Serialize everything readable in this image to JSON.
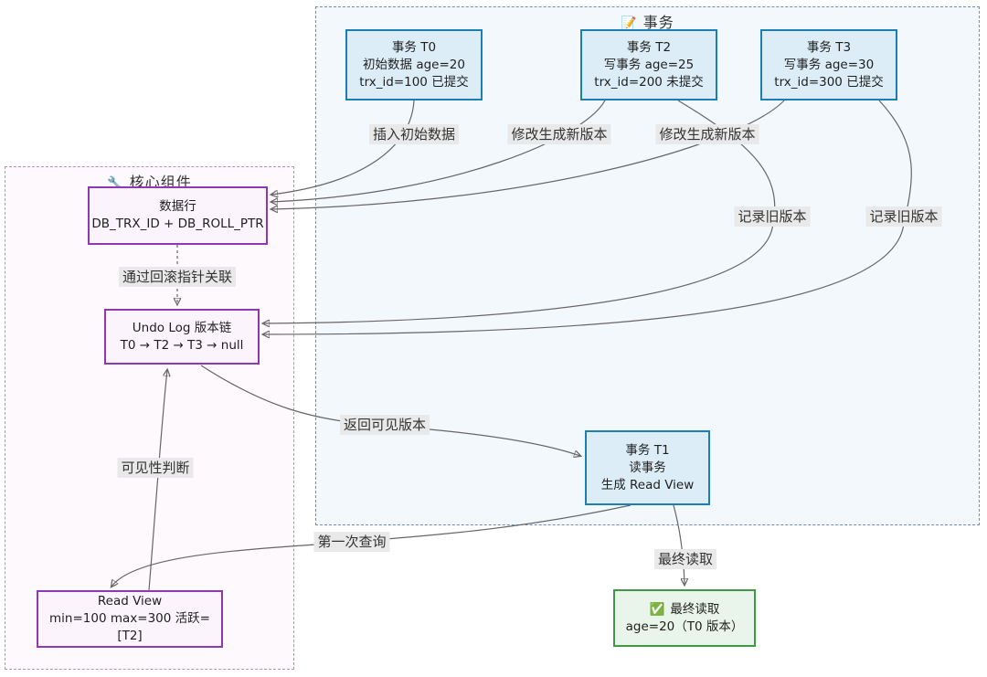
{
  "groups": {
    "transactions": {
      "icon": "📝",
      "title": "事务"
    },
    "core": {
      "icon": "🔧",
      "title": "核心组件"
    }
  },
  "nodes": {
    "t0": {
      "line1": "事务 T0",
      "line2": "初始数据 age=20",
      "line3": "trx_id=100 已提交"
    },
    "t2": {
      "line1": "事务 T2",
      "line2": "写事务 age=25",
      "line3": "trx_id=200 未提交"
    },
    "t3": {
      "line1": "事务 T3",
      "line2": "写事务 age=30",
      "line3": "trx_id=300 已提交"
    },
    "t1": {
      "line1": "事务 T1",
      "line2": "读事务",
      "line3": "生成 Read View"
    },
    "data_row": {
      "line1": "数据行",
      "line2": "DB_TRX_ID + DB_ROLL_PTR"
    },
    "undo_log": {
      "line1": "Undo Log 版本链",
      "line2": "T0 → T2 → T3 → null"
    },
    "read_view": {
      "line1": "Read View",
      "line2": "min=100 max=300 活跃=[T2]"
    },
    "final_read": {
      "icon": "✅",
      "line1": "最终读取",
      "line2": "age=20（T0 版本）"
    }
  },
  "edge_labels": {
    "insert_initial": "插入初始数据",
    "modify_new_version_1": "修改生成新版本",
    "modify_new_version_2": "修改生成新版本",
    "record_old_version_1": "记录旧版本",
    "record_old_version_2": "记录旧版本",
    "rollback_pointer_link": "通过回滚指针关联",
    "return_visible_version": "返回可见版本",
    "visibility_check": "可见性判断",
    "first_query": "第一次查询",
    "final_read": "最终读取"
  },
  "colors": {
    "blue_node_border": "#1b7eb5",
    "blue_node_fill": "#dcedf8",
    "purple_node_border": "#9137b1",
    "purple_node_fill": "#fbf4fc",
    "green_node_border": "#3d9a43",
    "green_node_fill": "#e9f5ea",
    "transactions_group_fill": "#f3f8fc",
    "core_group_fill": "#fdf9fd",
    "edge_line": "#666666"
  }
}
